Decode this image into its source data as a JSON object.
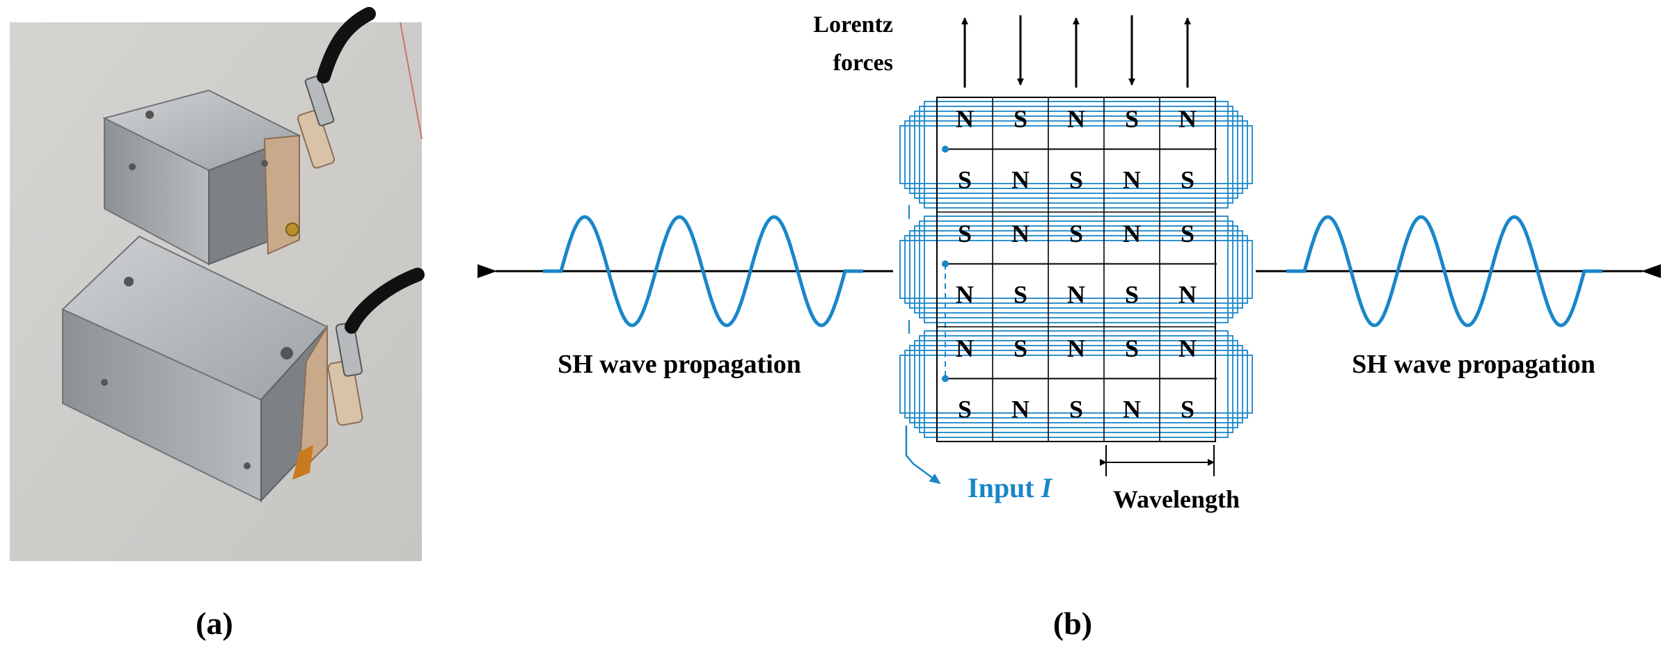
{
  "panel_a": {
    "label": "(a)"
  },
  "panel_b": {
    "label": "(b)",
    "lorentz_line1": "Lorentz",
    "lorentz_line2": "forces",
    "force_directions": [
      "up",
      "down",
      "up",
      "down",
      "up"
    ],
    "magnet_rows": [
      [
        "N",
        "S",
        "N",
        "S",
        "N"
      ],
      [
        "S",
        "N",
        "S",
        "N",
        "S"
      ],
      [
        "S",
        "N",
        "S",
        "N",
        "S"
      ],
      [
        "N",
        "S",
        "N",
        "S",
        "N"
      ],
      [
        "N",
        "S",
        "N",
        "S",
        "N"
      ],
      [
        "S",
        "N",
        "S",
        "N",
        "S"
      ]
    ],
    "left_wave_caption": "SH wave propagation",
    "right_wave_caption": "SH wave propagation",
    "input_label": "Input",
    "input_symbol": "I",
    "wavelength_label": "Wavelength",
    "colors": {
      "coil": "#1a86c8",
      "ink": "#000000"
    }
  }
}
